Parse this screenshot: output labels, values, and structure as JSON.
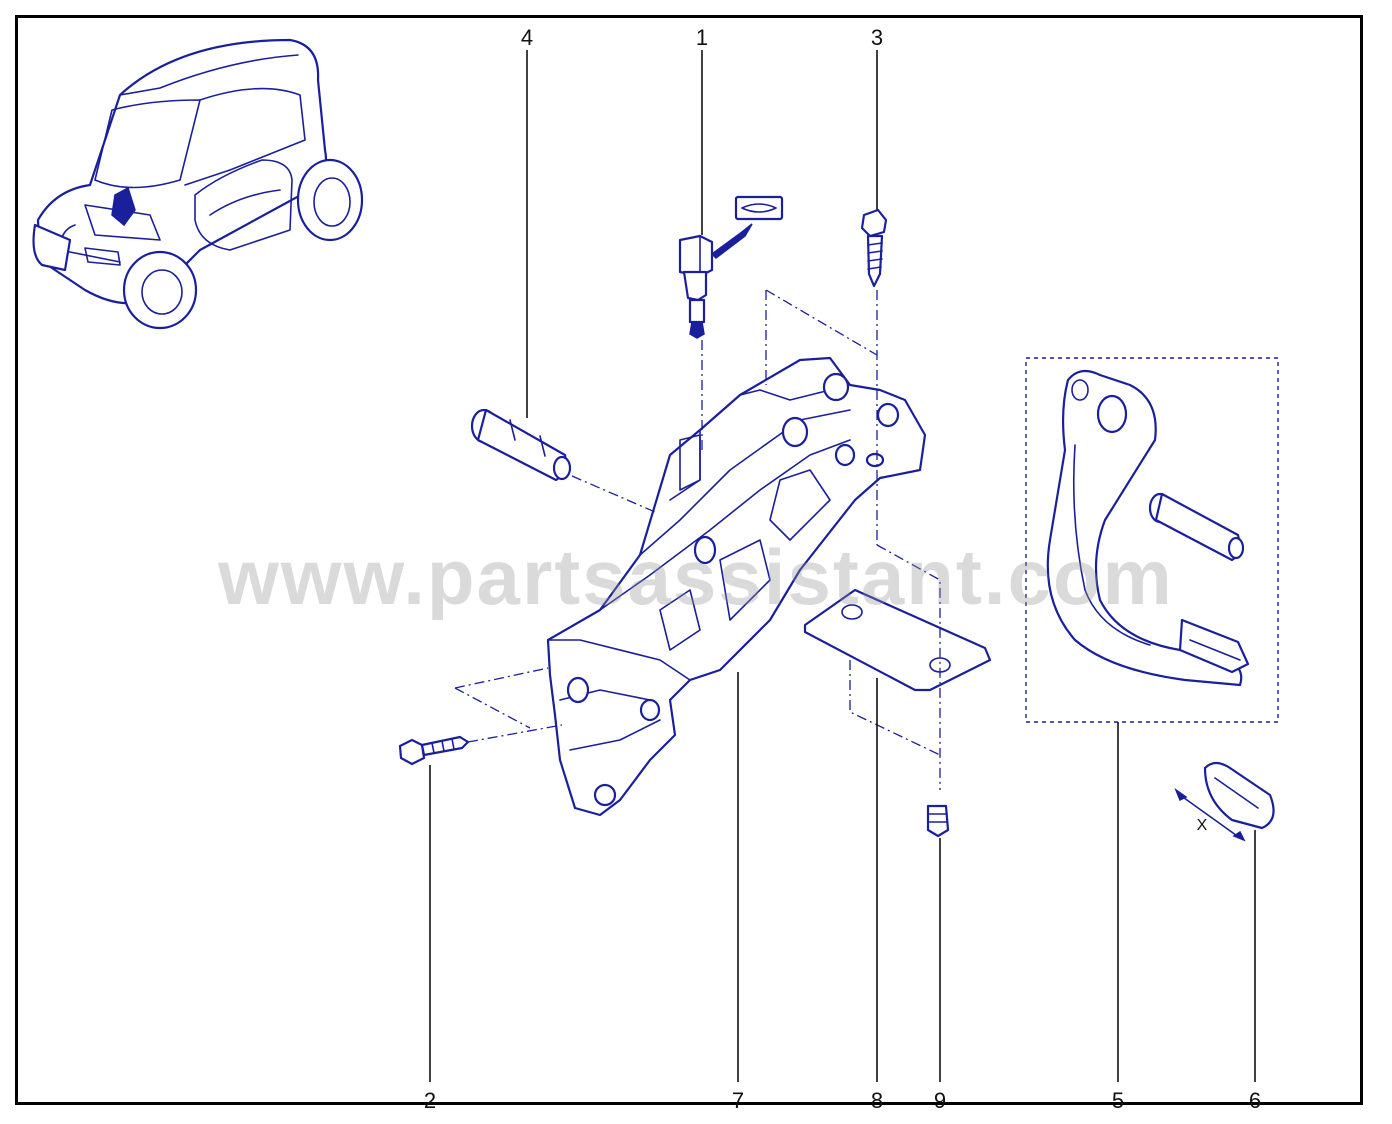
{
  "watermark": "www.partsassistant.com",
  "colors": {
    "line": "#1a1f9c",
    "leader": "#111111",
    "frame": "#000000",
    "watermark": "#999999"
  },
  "callouts": {
    "c1": "1",
    "c2": "2",
    "c3": "3",
    "c4": "4",
    "c5": "5",
    "c6": "6",
    "c7": "7",
    "c8": "8",
    "c9": "9"
  },
  "dimension_label": "X"
}
